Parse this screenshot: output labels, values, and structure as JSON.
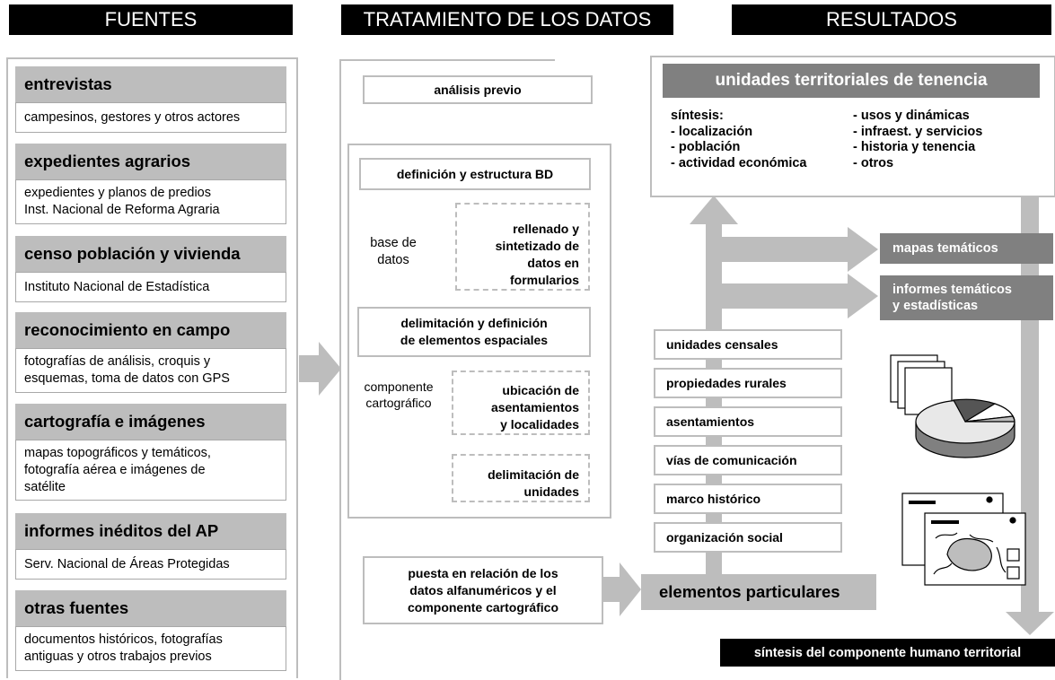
{
  "headers": {
    "fuentes": "FUENTES",
    "tratamiento": "TRATAMIENTO DE LOS DATOS",
    "resultados": "RESULTADOS"
  },
  "sources": [
    {
      "title": "entrevistas",
      "desc": [
        "campesinos, gestores y otros actores"
      ]
    },
    {
      "title": "expedientes agrarios",
      "desc": [
        "expedientes y planos de predios",
        "Inst. Nacional de Reforma Agraria"
      ]
    },
    {
      "title": "censo población y vivienda",
      "desc": [
        "Instituto Nacional de Estadística"
      ]
    },
    {
      "title": "reconocimiento en campo",
      "desc": [
        "fotografías de análisis, croquis y",
        "esquemas, toma de datos con GPS"
      ]
    },
    {
      "title": "cartografía e imágenes",
      "desc": [
        "mapas topográficos y temáticos,",
        "fotografía aérea e imágenes de",
        "satélite"
      ]
    },
    {
      "title": "informes inéditos del AP",
      "desc": [
        "Serv. Nacional de Áreas Protegidas"
      ]
    },
    {
      "title": "otras fuentes",
      "desc": [
        "documentos históricos, fotografías",
        "antiguas y otros trabajos previos"
      ]
    }
  ],
  "treatment": {
    "analisis_previo": "análisis previo",
    "definicion_bd": "definición y estructura BD",
    "base_datos": [
      "base de",
      "datos"
    ],
    "rellenado": [
      "rellenado y",
      "sintetizado de",
      "datos en",
      "formularios"
    ],
    "delimitacion_def": [
      "delimitación y definición",
      "de elementos espaciales"
    ],
    "componente": [
      "componente",
      "cartográfico"
    ],
    "ubicacion": [
      "ubicación de",
      "asentamientos",
      "y localidades"
    ],
    "delimitacion_unidades": [
      "delimitación de",
      "unidades"
    ],
    "puesta": [
      "puesta en relación de los",
      "datos alfanuméricos y el",
      "componente cartográfico"
    ]
  },
  "results": {
    "unidades_title": "unidades territoriales de tenencia",
    "sintesis_left": [
      "síntesis:",
      "- localización",
      "- población",
      "- actividad económica"
    ],
    "sintesis_right": [
      "- usos y dinámicas",
      "- infraest. y servicios",
      "- historia y tenencia",
      "- otros"
    ],
    "mapas": "mapas temáticos",
    "informes": [
      "informes temáticos",
      "y estadísticas"
    ],
    "elements": [
      "unidades censales",
      "propiedades rurales",
      "asentamientos",
      "vías de comunicación",
      "marco histórico",
      "organización social"
    ],
    "elementos_particulares": "elementos particulares",
    "sintesis_final": "síntesis del componente humano territorial"
  }
}
